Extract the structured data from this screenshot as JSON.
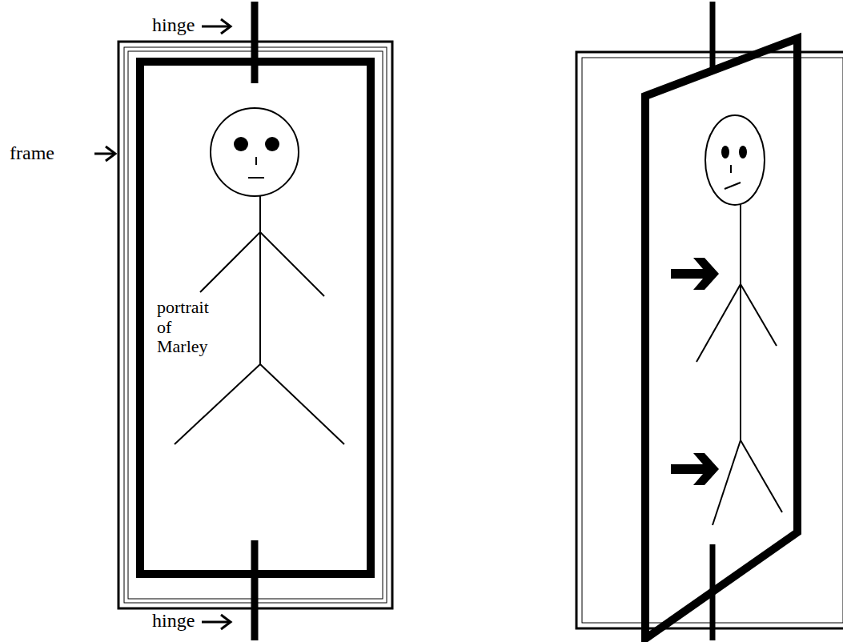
{
  "diagram": {
    "labels": [
      "hinge",
      "frame",
      "portrait of Marley",
      "hinge"
    ]
  }
}
